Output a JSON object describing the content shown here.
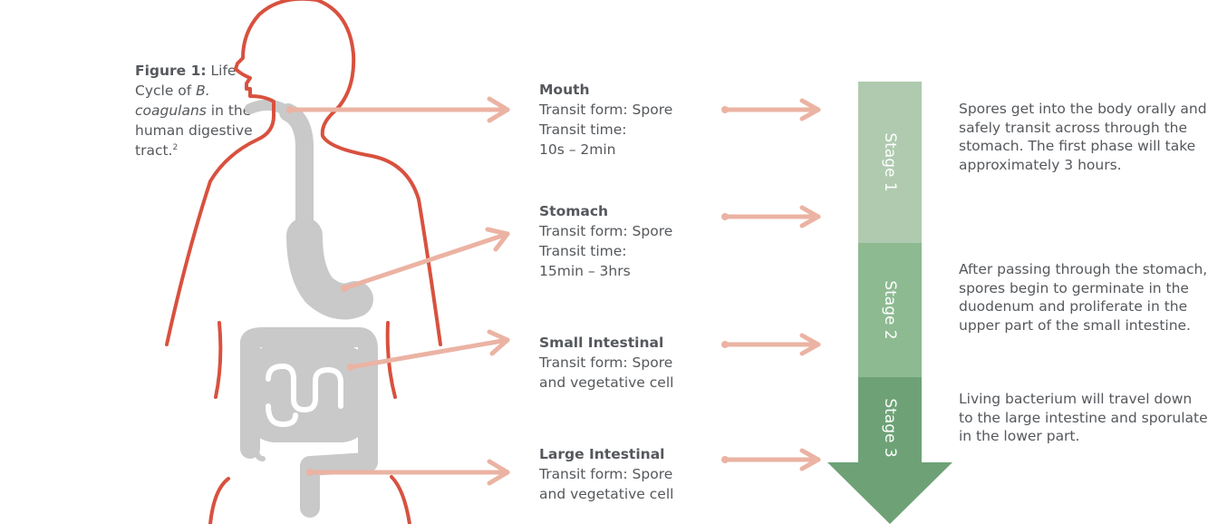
{
  "figure_caption": {
    "label": "Figure 1:",
    "text_a": " Life Cycle of ",
    "species": "B. coagulans",
    "text_b": " in the human digestive tract.",
    "footnote": "2"
  },
  "organs": [
    {
      "name": "Mouth",
      "lines": [
        "Transit form: Spore",
        "Transit time:",
        "10s – 2min"
      ]
    },
    {
      "name": "Stomach",
      "lines": [
        "Transit form: Spore",
        "Transit time:",
        "15min – 3hrs"
      ]
    },
    {
      "name": "Small Intestinal",
      "lines": [
        "Transit form: Spore",
        "and vegetative cell"
      ]
    },
    {
      "name": "Large Intestinal",
      "lines": [
        "Transit form: Spore",
        "and vegetative cell"
      ]
    }
  ],
  "stages": [
    {
      "label": "Stage 1",
      "color": "#afcaaf"
    },
    {
      "label": "Stage 2",
      "color": "#8dba91"
    },
    {
      "label": "Stage 3",
      "color": "#6ea276"
    }
  ],
  "descriptions": [
    "Spores get into the body orally and safely transit across through the stomach. The first phase will take approximately 3 hours.",
    "After passing through the stomach, spores begin to germinate in the duodenum and proliferate in the upper part of the small intestine.",
    "Living bacterium will travel down to the large intestine and sporulate in the lower part."
  ],
  "colors": {
    "body_outline": "#d8513f",
    "digestive_tract": "#c9c9c9",
    "arrow": "#ebb3a3",
    "text": "#55585c"
  }
}
